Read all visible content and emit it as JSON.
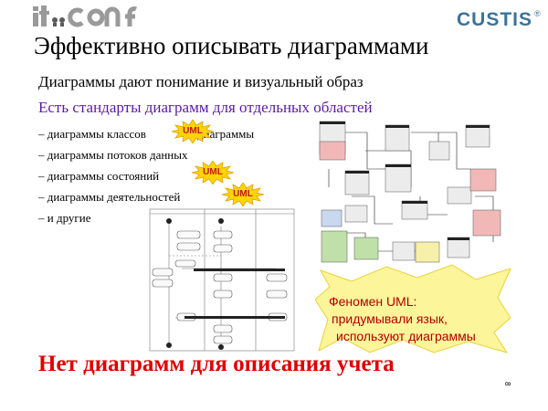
{
  "header": {
    "conf_logo_text": "it_conf",
    "company_logo": "CUSTIS",
    "company_reg": "®"
  },
  "slide": {
    "title": "Эффективно описывать диаграммами",
    "subtitle": "Диаграммы дают понимание и визуальный образ",
    "standards": "Есть стандарты диаграмм для отдельных областей",
    "bullets": [
      "– диаграммы классов",
      "диаграммы",
      "– диаграммы потоков данных",
      "– диаграммы состояний",
      "– диаграммы деятельностей",
      "– и другие"
    ],
    "uml_badge": "UML",
    "callout": {
      "line1": "Феномен UML:",
      "line2": "придумывали язык,",
      "line3": "используют диаграммы"
    },
    "conclusion": "Нет диаграмм для описания учета",
    "page_number": "8"
  },
  "colors": {
    "title": "#000000",
    "standards": "#5b1aa8",
    "conclusion": "#dd0000",
    "callout_fill": "#fdf59a",
    "callout_text": "#b00000",
    "badge_fill": "#ffd400",
    "logo_blue": "#3d7396"
  },
  "icons": [
    "itconf-logo",
    "custis-logo",
    "uml-starburst-icon",
    "activity-diagram-thumbnail",
    "class-diagram-thumbnail",
    "callout-burst"
  ]
}
